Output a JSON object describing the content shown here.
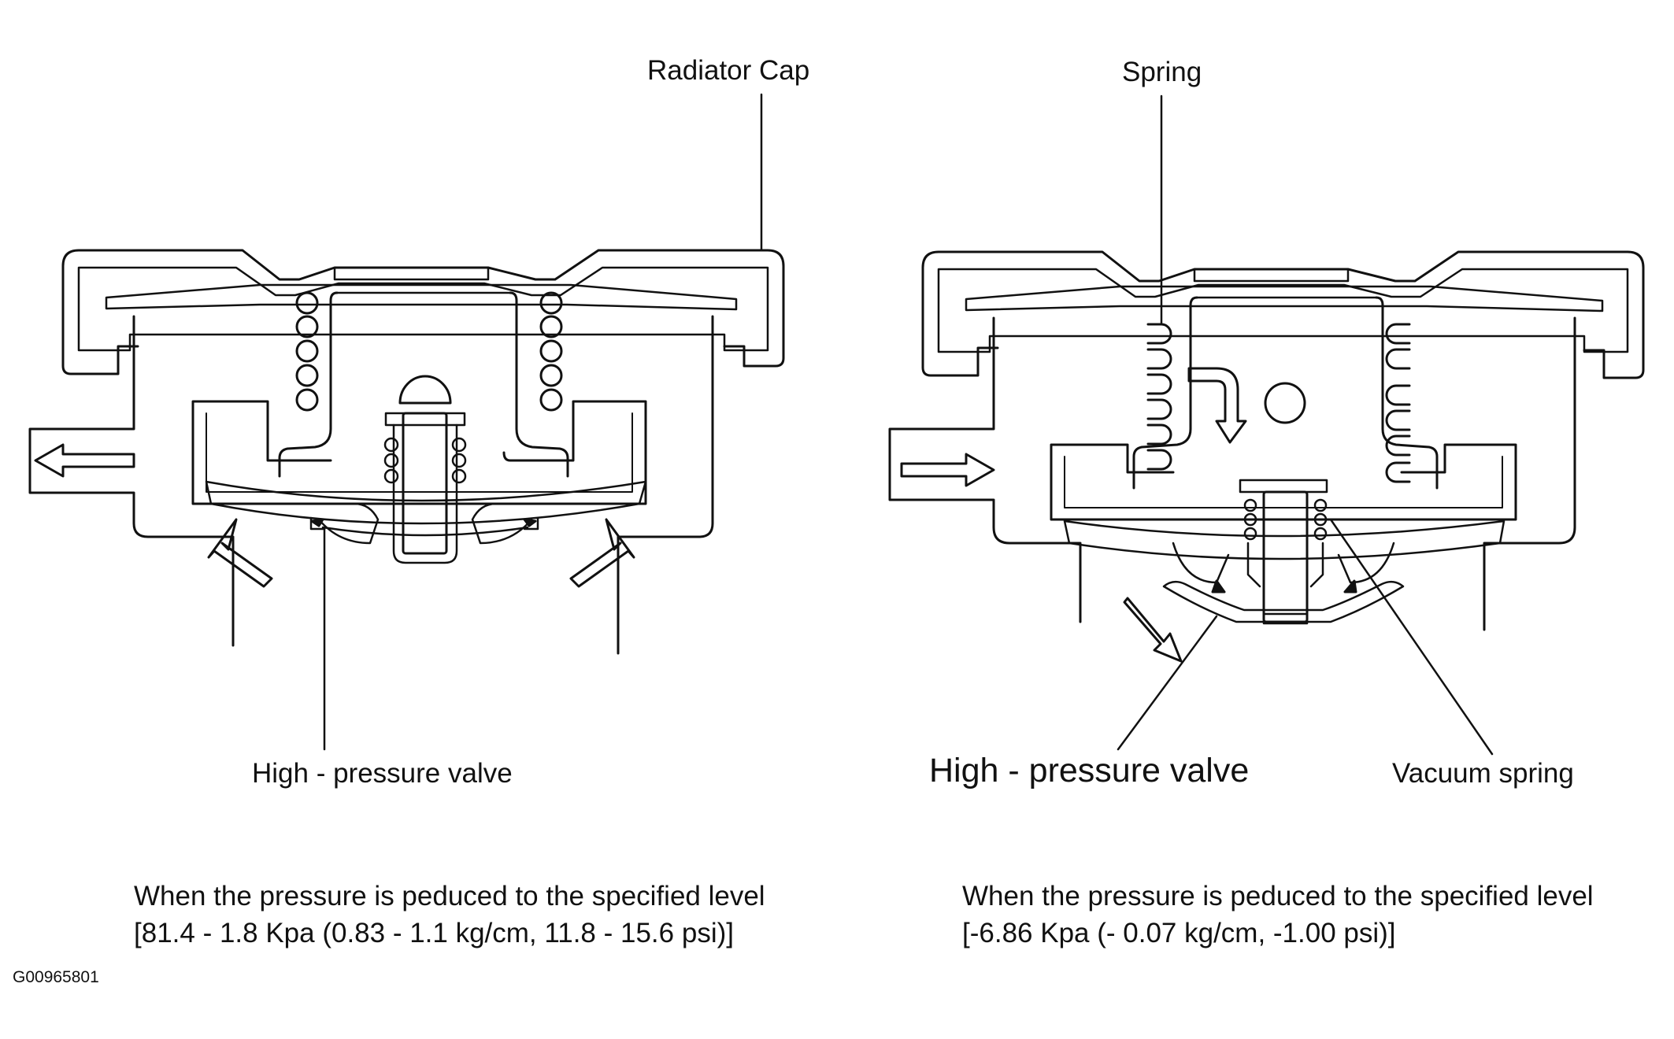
{
  "left_panel": {
    "label_radiator_cap": "Radiator Cap",
    "label_high_pressure_valve": "High -  pressure valve",
    "caption_line1": "When the pressure is peduced to the specified level",
    "caption_line2": "[81.4 - 1.8 Kpa (0.83 - 1.1 kg/cm, 11.8 - 15.6 psi)]"
  },
  "right_panel": {
    "label_spring": "Spring",
    "label_high_pressure_valve": "High -  pressure valve",
    "label_vacuum_spring": "Vacuum spring",
    "caption_line1": "When the pressure is peduced to the specified level",
    "caption_line2": "[-6.86 Kpa (- 0.07 kg/cm, -1.00 psi)]"
  },
  "figure_id": "G00965801"
}
